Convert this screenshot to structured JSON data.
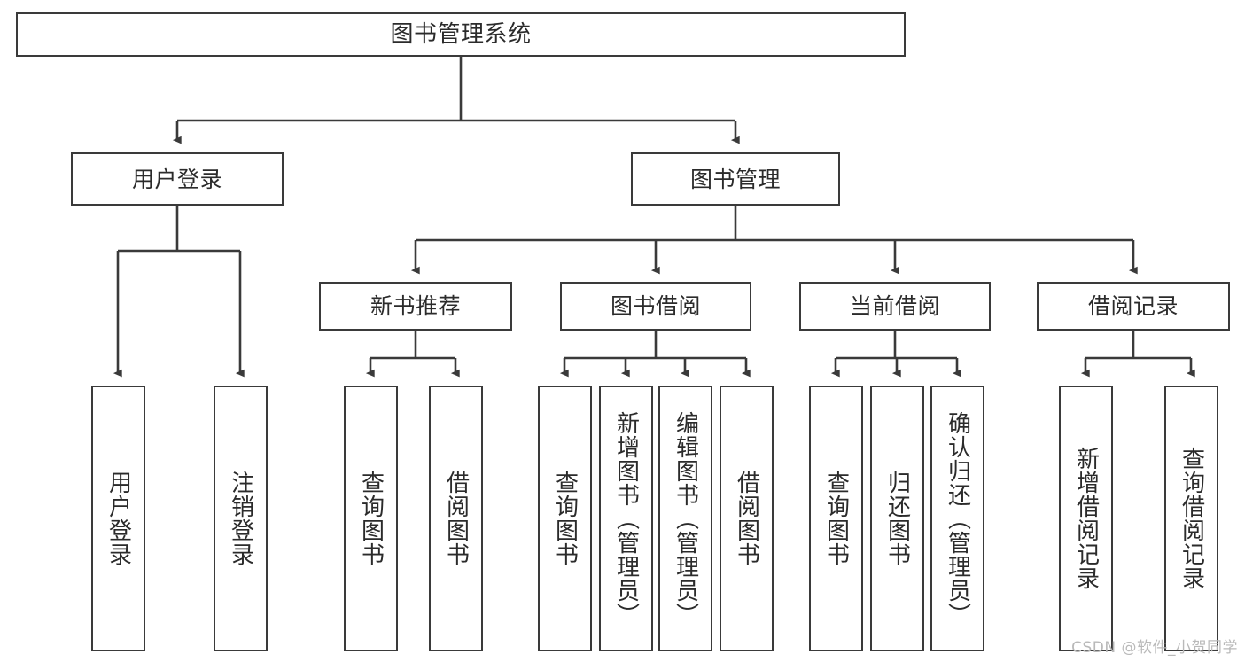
{
  "diagram": {
    "title": "图书管理系统",
    "type": "tree",
    "background": "#ffffff",
    "box_border_color": "#3a3a3a",
    "text_color": "#2b2b2b",
    "edge_color": "#3a3a3a"
  },
  "nodes": {
    "root": {
      "label": "图书管理系统",
      "level": 1,
      "orientation": "horizontal"
    },
    "level2": [
      {
        "id": "user-login",
        "label": "用户登录",
        "orientation": "horizontal"
      },
      {
        "id": "book-manage",
        "label": "图书管理",
        "orientation": "horizontal"
      }
    ],
    "level3": [
      {
        "id": "new-book-rec",
        "label": "新书推荐",
        "orientation": "horizontal"
      },
      {
        "id": "book-borrow",
        "label": "图书借阅",
        "orientation": "horizontal"
      },
      {
        "id": "current-borrow",
        "label": "当前借阅",
        "orientation": "horizontal"
      },
      {
        "id": "borrow-record",
        "label": "借阅记录",
        "orientation": "horizontal"
      }
    ],
    "leaves": [
      {
        "id": "leaf-user-login",
        "label": "用户登录",
        "parent": "user-login",
        "orientation": "vertical"
      },
      {
        "id": "leaf-user-logout",
        "label": "注销登录",
        "parent": "user-login",
        "orientation": "vertical"
      },
      {
        "id": "leaf-query-book-1",
        "label": "查询图书",
        "parent": "new-book-rec",
        "orientation": "vertical"
      },
      {
        "id": "leaf-borrow-book-1",
        "label": "借阅图书",
        "parent": "new-book-rec",
        "orientation": "vertical"
      },
      {
        "id": "leaf-query-book-2",
        "label": "查询图书",
        "parent": "book-borrow",
        "orientation": "vertical"
      },
      {
        "id": "leaf-add-book",
        "label": "新增图书（管理员）",
        "parent": "book-borrow",
        "orientation": "vertical"
      },
      {
        "id": "leaf-edit-book",
        "label": "编辑图书（管理员）",
        "parent": "book-borrow",
        "orientation": "vertical"
      },
      {
        "id": "leaf-borrow-book-2",
        "label": "借阅图书",
        "parent": "book-borrow",
        "orientation": "vertical"
      },
      {
        "id": "leaf-query-book-3",
        "label": "查询图书",
        "parent": "current-borrow",
        "orientation": "vertical"
      },
      {
        "id": "leaf-return-book",
        "label": "归还图书",
        "parent": "current-borrow",
        "orientation": "vertical"
      },
      {
        "id": "leaf-confirm-return",
        "label": "确认归还（管理员）",
        "parent": "current-borrow",
        "orientation": "vertical"
      },
      {
        "id": "leaf-add-record",
        "label": "新增借阅记录",
        "parent": "borrow-record",
        "orientation": "vertical"
      },
      {
        "id": "leaf-query-record",
        "label": "查询借阅记录",
        "parent": "borrow-record",
        "orientation": "vertical"
      }
    ]
  },
  "watermark": {
    "text": "CSDN @软件_小贺同学"
  }
}
